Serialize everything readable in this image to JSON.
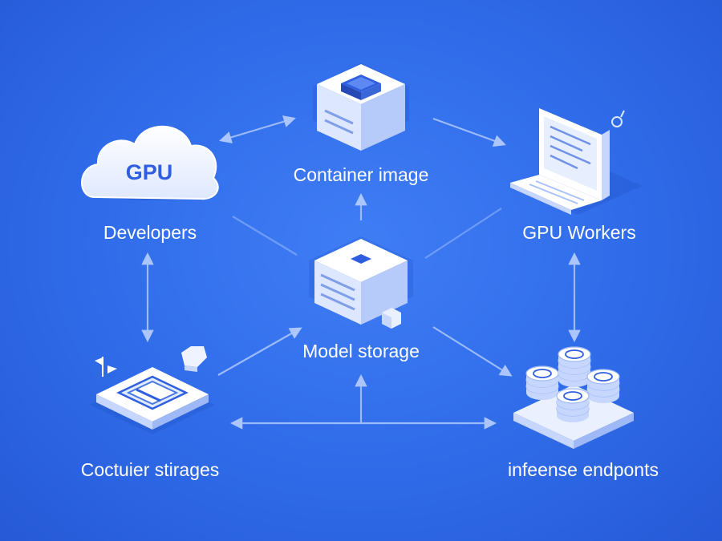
{
  "colors": {
    "background": "#2f6be8",
    "icon_light": "#ffffff",
    "icon_mid": "#d8e4ff",
    "icon_shadow": "#a9c2fb",
    "icon_accent": "#2f5fe0",
    "connector": "#a8c3ff"
  },
  "nodes": {
    "cloud": {
      "label": "GPU",
      "icon": "cloud-icon"
    },
    "developers": {
      "label": "Developers"
    },
    "container_image": {
      "label": "Container image",
      "icon": "server-box-icon"
    },
    "gpu_workers": {
      "label": "GPU Workers",
      "icon": "laptop-icon"
    },
    "model_storage": {
      "label": "Model storage",
      "icon": "storage-box-icon"
    },
    "container_storages": {
      "label": "Coctuier stirages",
      "icon": "platform-board-icon"
    },
    "inference_endpoints": {
      "label": "infeense endponts",
      "icon": "coin-stacks-icon"
    }
  }
}
